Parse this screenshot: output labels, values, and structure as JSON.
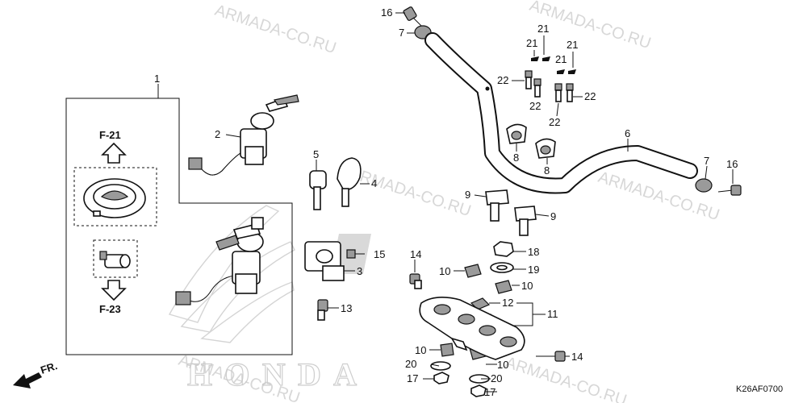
{
  "diagram": {
    "code": "K26AF0700",
    "ref_top": "F-21",
    "ref_bottom": "F-23",
    "direction_label": "FR.",
    "brand_text": "HONDA",
    "watermark": "ARMADA-CO.RU",
    "callouts": {
      "c1": "1",
      "c2": "2",
      "c3": "3",
      "c4": "4",
      "c5": "5",
      "c6": "6",
      "c7a": "7",
      "c7b": "7",
      "c8a": "8",
      "c8b": "8",
      "c9a": "9",
      "c9b": "9",
      "c10a": "10",
      "c10b": "10",
      "c10c": "10",
      "c10d": "10",
      "c11": "11",
      "c12": "12",
      "c13": "13",
      "c14a": "14",
      "c14b": "14",
      "c15": "15",
      "c16a": "16",
      "c16b": "16",
      "c17a": "17",
      "c17b": "17",
      "c18": "18",
      "c19": "19",
      "c20a": "20",
      "c20b": "20",
      "c21a": "21",
      "c21b": "21",
      "c21c": "21",
      "c21d": "21",
      "c22a": "22",
      "c22b": "22",
      "c22c": "22",
      "c22d": "22"
    }
  }
}
